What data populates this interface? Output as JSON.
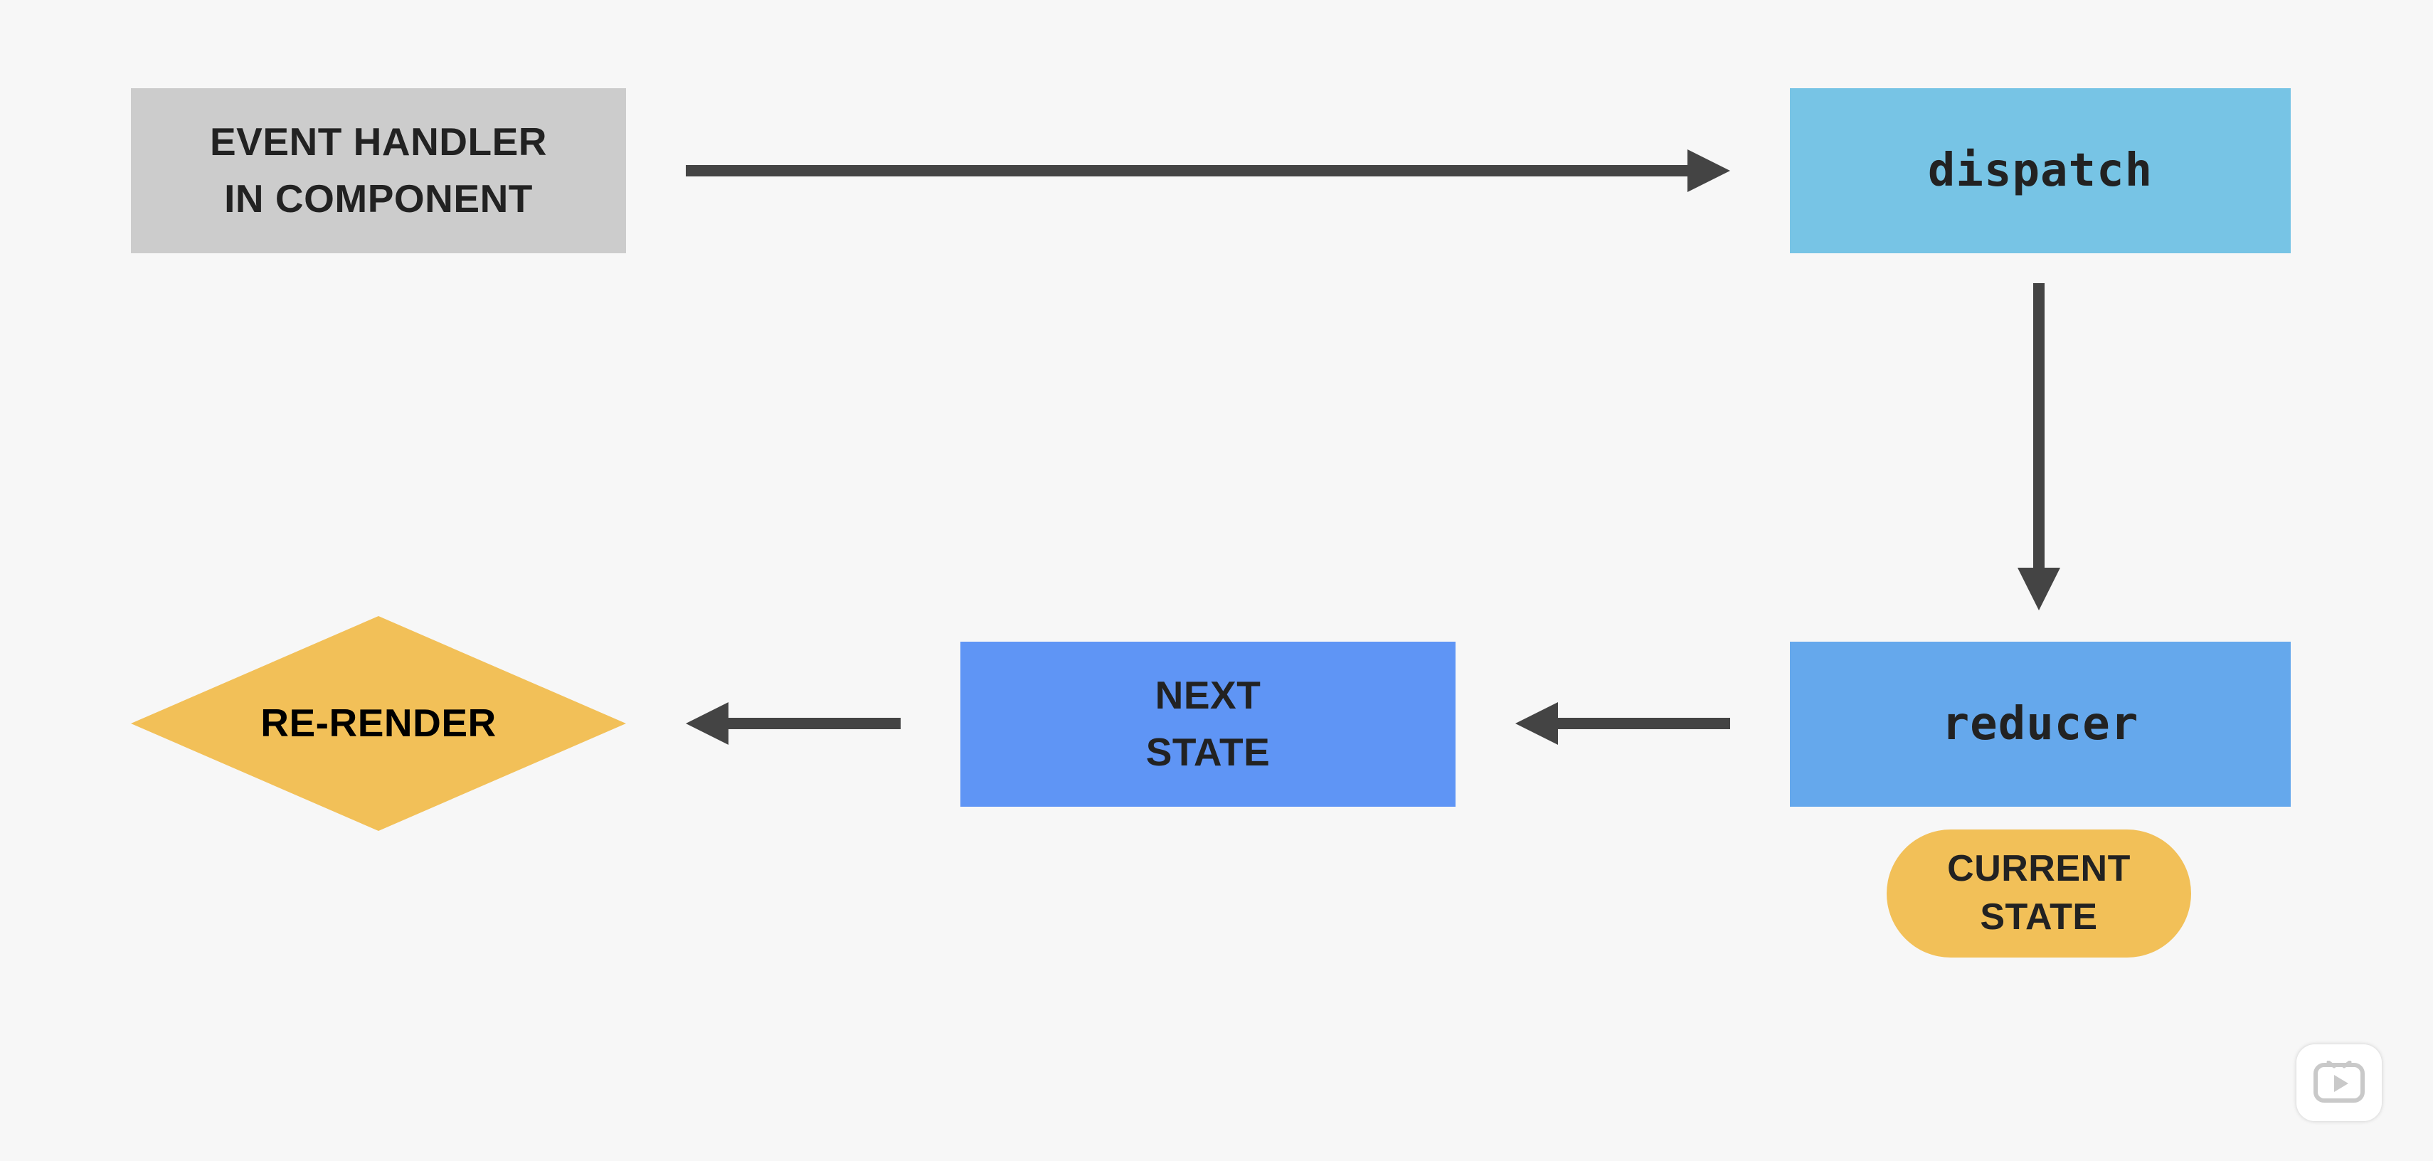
{
  "diagram": {
    "nodes": {
      "event_handler": {
        "line1": "EVENT HANDLER",
        "line2": "IN COMPONENT",
        "color": "#cccccc"
      },
      "dispatch": {
        "label": "dispatch",
        "color": "#77c4e5"
      },
      "reducer": {
        "label": "reducer",
        "color": "#65a8ec"
      },
      "current_state": {
        "line1": "CURRENT",
        "line2": "STATE",
        "color": "#f2c058"
      },
      "next_state": {
        "line1": "NEXT",
        "line2": "STATE",
        "color": "#5f95f5"
      },
      "re_render": {
        "label": "RE-RENDER",
        "color": "#f2c058"
      }
    },
    "edges": [
      {
        "from": "event_handler",
        "to": "dispatch"
      },
      {
        "from": "dispatch",
        "to": "reducer"
      },
      {
        "from": "reducer",
        "to": "next_state"
      },
      {
        "from": "next_state",
        "to": "re_render"
      }
    ],
    "arrow_color": "#444444"
  },
  "overlay": {
    "icon": "play-icon"
  }
}
